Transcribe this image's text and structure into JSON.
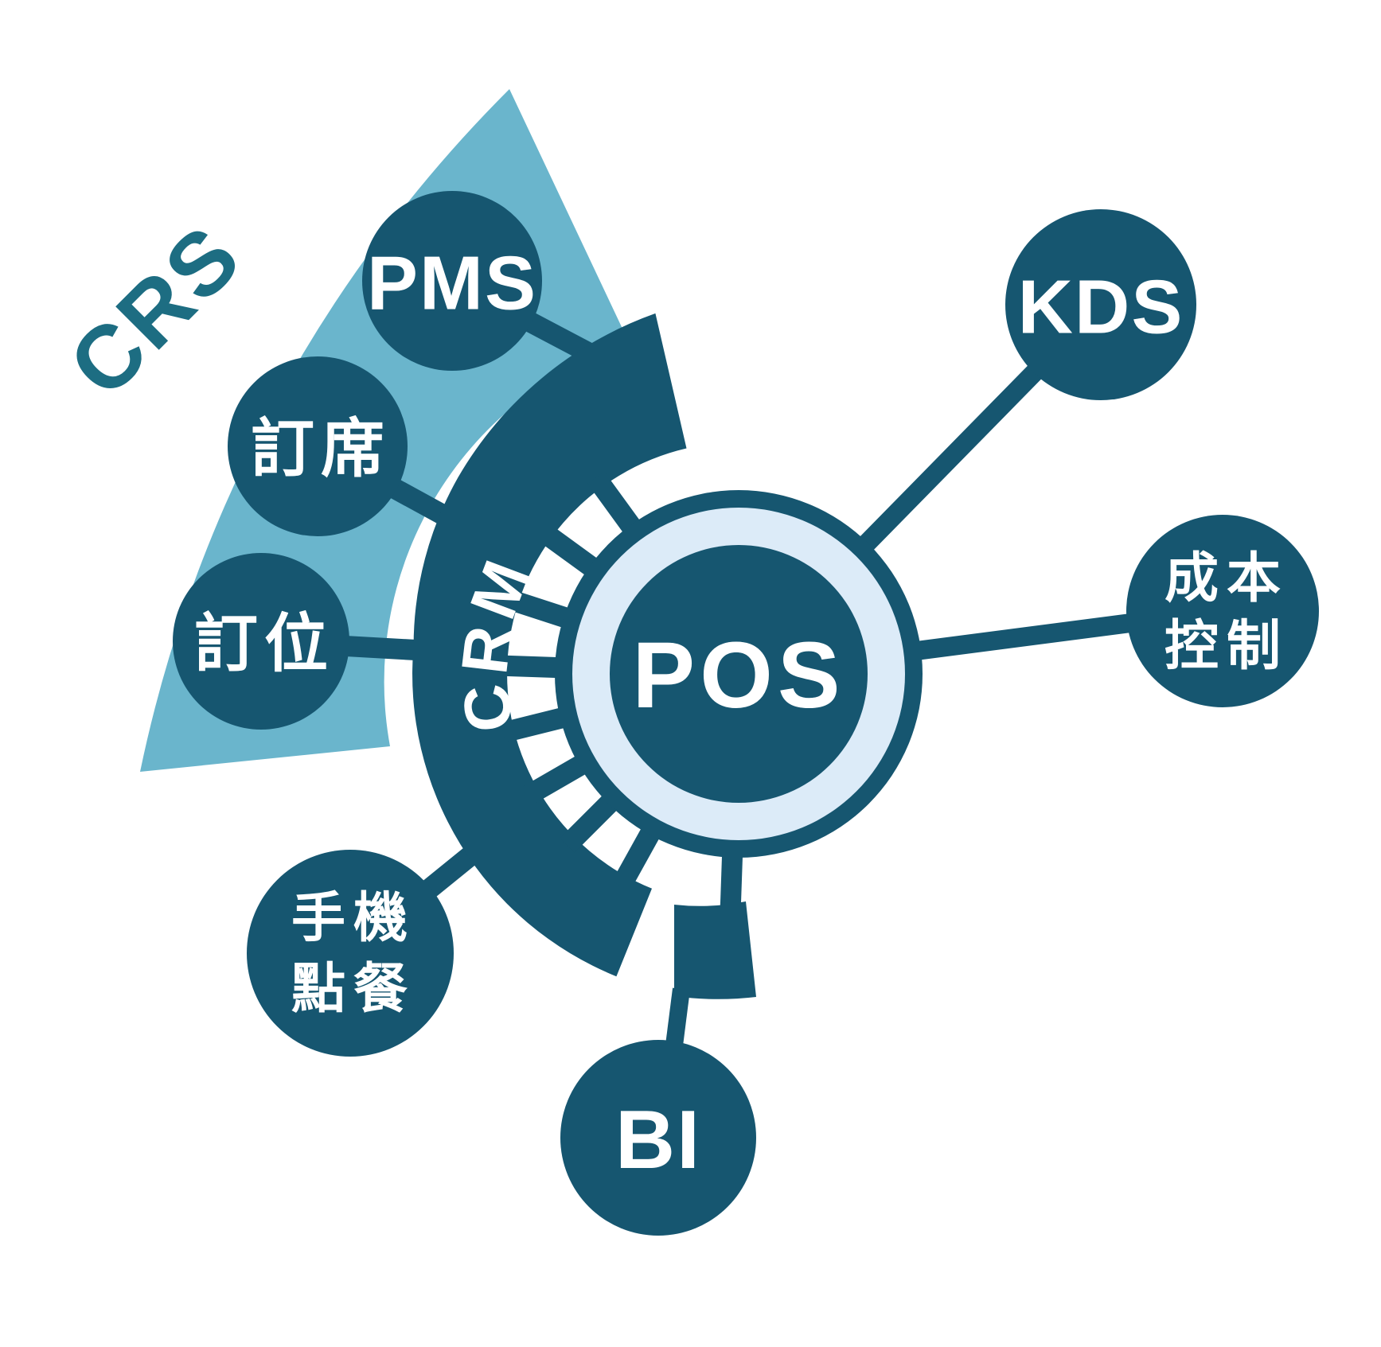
{
  "colors": {
    "dark": "#165670",
    "pale": "#dcebf8",
    "wedge": "#6ab5cc",
    "crs_text": "#1d6d82",
    "label": "#ffffff",
    "bg": "#ffffff"
  },
  "center": {
    "label": "POS"
  },
  "ring": {
    "label": "CRM"
  },
  "wedge": {
    "label": "CRS"
  },
  "nodes": {
    "pms": {
      "label": "PMS"
    },
    "banquet_booking": {
      "label": "訂席"
    },
    "seat_booking": {
      "label": "訂位"
    },
    "mobile_ordering": {
      "lines": [
        "手機",
        "點餐"
      ]
    },
    "bi": {
      "label": "BI"
    },
    "kds": {
      "label": "KDS"
    },
    "cost_control": {
      "lines": [
        "成本",
        "控制"
      ]
    }
  }
}
